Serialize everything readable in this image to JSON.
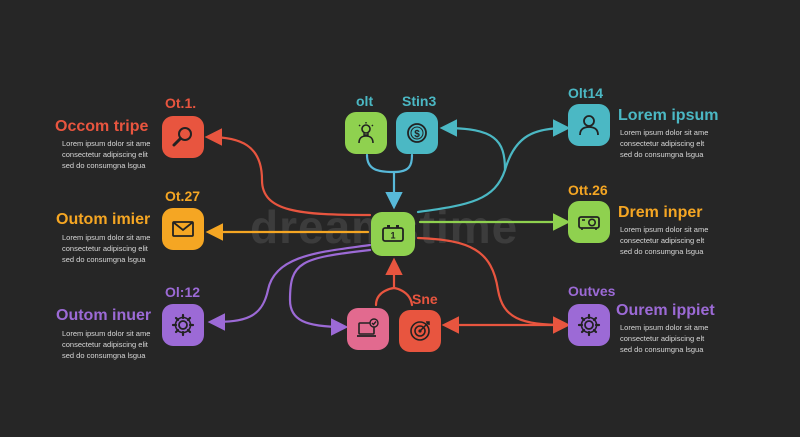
{
  "colors": {
    "background": "#262626",
    "red": "#e8553f",
    "orange": "#f5a623",
    "purple": "#9c6ad6",
    "teal": "#4bb8c4",
    "green": "#8fd14f",
    "pink": "#e26a8f",
    "blue": "#58b9d9"
  },
  "watermark": "dreamstime",
  "center_node": {
    "icon": "battery-icon",
    "badge": "1"
  },
  "top_nodes": [
    {
      "label": "olt",
      "icon": "lightbulb-person-icon",
      "color": "#8fd14f"
    },
    {
      "label": "Stin3",
      "icon": "dollar-coin-icon",
      "color": "#4bb8c4"
    }
  ],
  "bottom_nodes": [
    {
      "label": "",
      "icon": "laptop-check-icon",
      "color": "#e26a8f"
    },
    {
      "label": "Sne",
      "icon": "target-icon",
      "color": "#e8553f"
    }
  ],
  "left_items": [
    {
      "code": "Ot.1.",
      "title": "Occom tripe",
      "icon": "magnifier-icon",
      "color": "#e8553f",
      "text": [
        "Lorem ipsum dolor sit ame",
        "consectetur adipiscing elit",
        "sed do consumgna lsgua"
      ]
    },
    {
      "code": "Ot.27",
      "title": "Outom imier",
      "icon": "envelope-icon",
      "color": "#f5a623",
      "text": [
        "Lorem ipsum dolor sit ame",
        "consectetur adipiscing elit",
        "sed do consumgna lsgua"
      ]
    },
    {
      "code": "Ol:12",
      "title": "Outom inuer",
      "icon": "gear-icon",
      "color": "#9c6ad6",
      "text": [
        "Lorem ipsum dolor sit ame",
        "consectetur adipiscing elit",
        "sed do consumgna lsgua"
      ]
    }
  ],
  "right_items": [
    {
      "code": "Olt14",
      "title": "Lorem ipsum",
      "icon": "user-icon",
      "color": "#4bb8c4",
      "text": [
        "Lorem ipsum dolor sit ame",
        "consectetur adipiscing elt",
        "sed do consumgna lsgua"
      ]
    },
    {
      "code": "Ott.26",
      "title": "Drem inper",
      "icon": "projector-icon",
      "color": "#8fd14f",
      "text": [
        "Lorem ipsum dolor sit ame",
        "consectetur adipiscing elt",
        "sed do consumgna lsgua"
      ]
    },
    {
      "code": "Outves",
      "title": "Ourem ippiet",
      "icon": "gear-icon",
      "color": "#9c6ad6",
      "text": [
        "Lorem ipsum dolor sit ame",
        "consectetur adipiscing elt",
        "sed do consumgna lsgua"
      ]
    }
  ]
}
